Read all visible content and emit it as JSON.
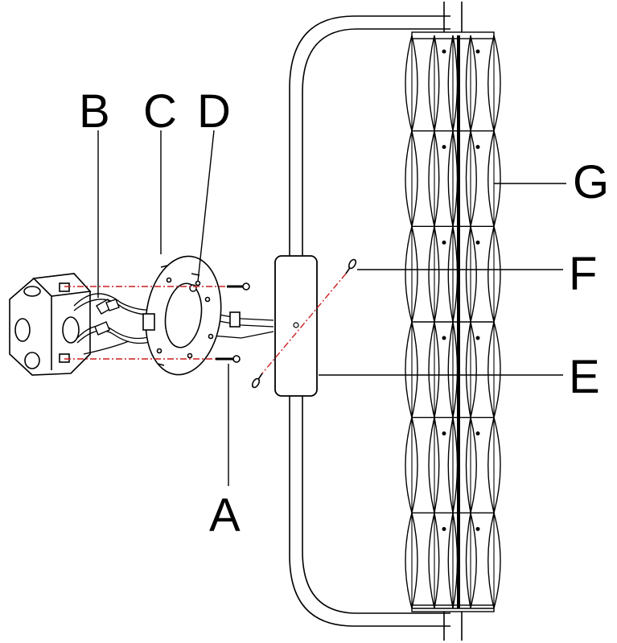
{
  "labels": {
    "a": "A",
    "b": "B",
    "c": "C",
    "d": "D",
    "e": "E",
    "f": "F",
    "g": "G"
  },
  "colors": {
    "line": "#000000",
    "guide": "#cc1f1f",
    "background": "#ffffff"
  }
}
